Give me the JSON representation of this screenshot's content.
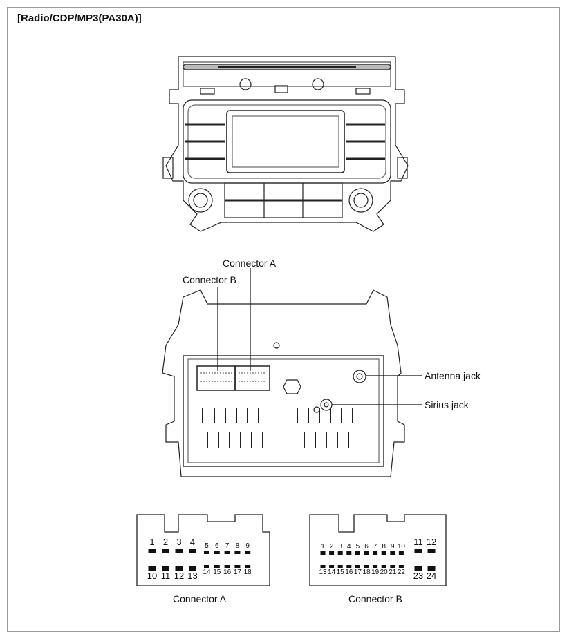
{
  "title": "[Radio/CDP/MP3(PA30A)]",
  "labels": {
    "connector_a_top": "Connector A",
    "connector_b_top": "Connector B",
    "antenna_jack": "Antenna jack",
    "sirius_jack": "Sirius jack",
    "connector_a_bottom": "Connector A",
    "connector_b_bottom": "Connector B"
  },
  "connector_a": {
    "top_row_large": [
      "1",
      "2",
      "3",
      "4"
    ],
    "top_row_small": [
      "5",
      "6",
      "7",
      "8",
      "9"
    ],
    "bottom_row_large": [
      "10",
      "11",
      "12",
      "13"
    ],
    "bottom_row_small": [
      "14",
      "15",
      "16",
      "17",
      "18"
    ]
  },
  "connector_b": {
    "top_row_small": [
      "1",
      "2",
      "3",
      "4",
      "5",
      "6",
      "7",
      "8",
      "9",
      "10"
    ],
    "bottom_row_small": [
      "13",
      "14",
      "15",
      "16",
      "17",
      "18",
      "19",
      "20",
      "21",
      "22"
    ],
    "top_right_large": [
      "11",
      "12"
    ],
    "bottom_right_large": [
      "23",
      "24"
    ]
  }
}
